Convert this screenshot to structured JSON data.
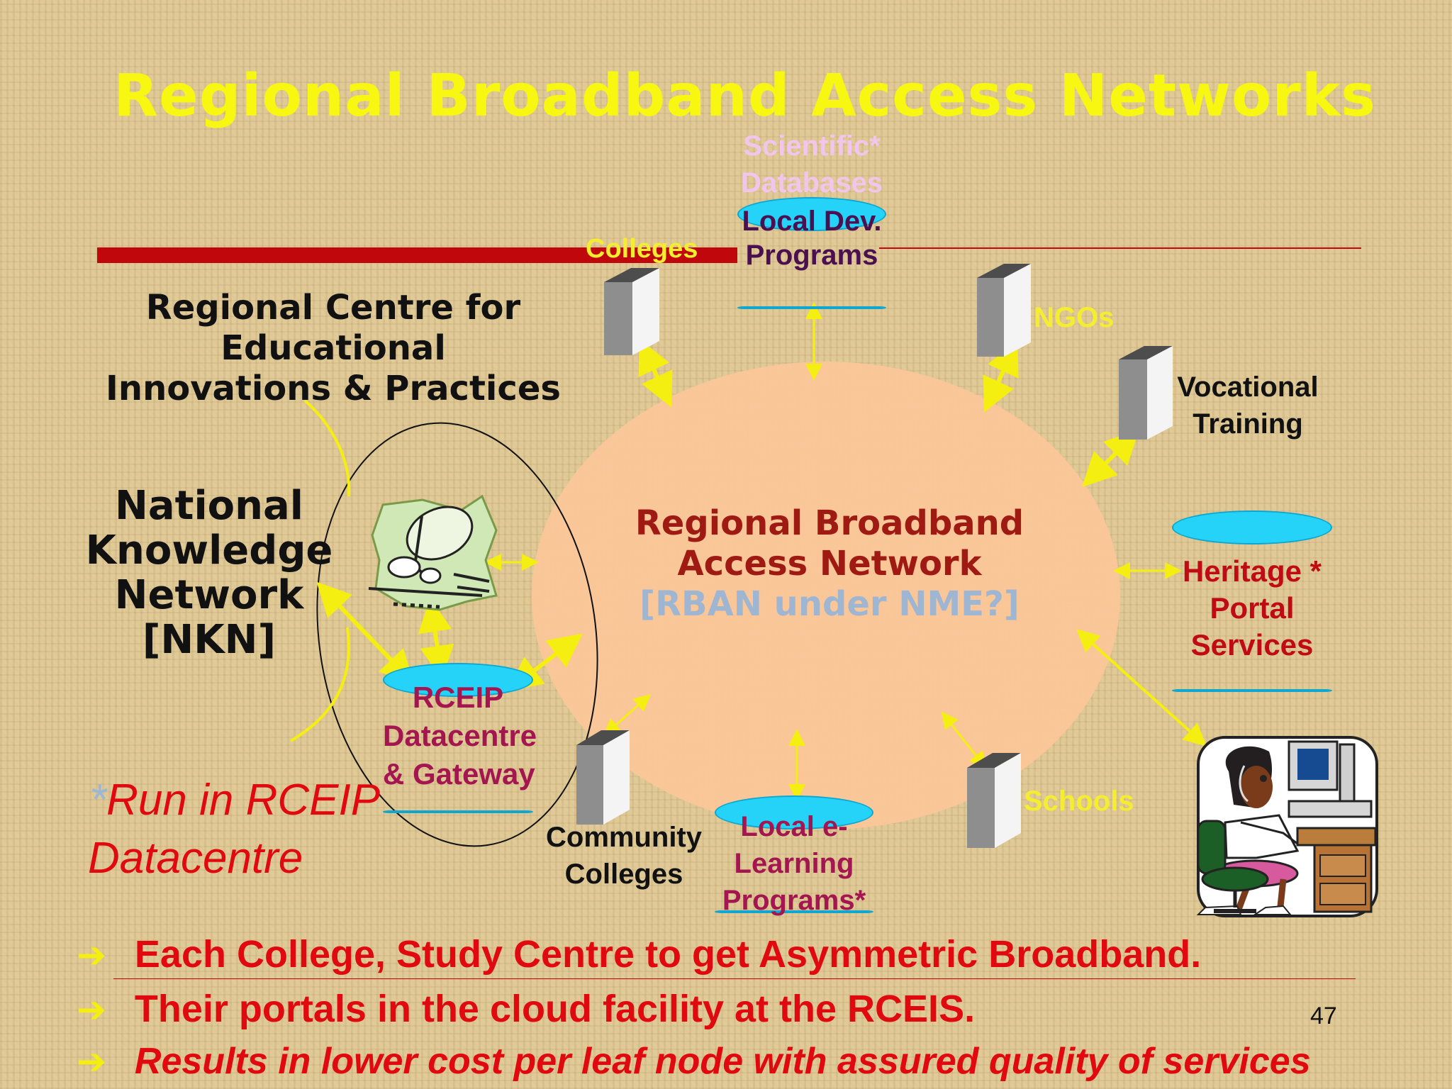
{
  "title": "Regional Broadband Access Networks",
  "left_block": {
    "rceip_heading": [
      "Regional Centre for",
      "Educational",
      "Innovations & Practices"
    ],
    "nkn_heading": [
      "National",
      "Knowledge",
      "Network",
      "[NKN]"
    ],
    "footnote_asterisk": "*",
    "footnote": [
      "Run in RCEIP",
      "Datacentre"
    ]
  },
  "center": {
    "line1": "Regional Broadband",
    "line2": "Access Network",
    "line3": "[RBAN under NME?]"
  },
  "nodes": {
    "scientific_databases": [
      "Scientific*",
      "Databases"
    ],
    "local_dev_programs": [
      "Local Dev.",
      "Programs"
    ],
    "colleges": "Colleges",
    "ngos": "NGOs",
    "vocational_training": [
      "Vocational",
      "Training"
    ],
    "heritage_portal": [
      "Heritage *",
      "Portal",
      "Services"
    ],
    "rceip_datacentre": [
      "RCEIP",
      "Datacentre",
      "& Gateway"
    ],
    "community_colleges": [
      "Community",
      "Colleges"
    ],
    "local_elearning": [
      "Local e-",
      "Learning",
      "Programs*"
    ],
    "schools": "Schools"
  },
  "bullets": [
    {
      "arrow": "➔",
      "text": "Each College, Study Centre to get Asymmetric Broadband."
    },
    {
      "arrow": "➔",
      "text": "Their portals in the cloud facility at the RCEIS."
    },
    {
      "arrow": "➔",
      "text": "Results in lower cost per leaf node with assured quality of services"
    }
  ],
  "slide_number": "47",
  "colors": {
    "title": "#f7f711",
    "accent_red": "#c0080c",
    "cylinder": "#11c4f1",
    "ellipse": "#fbc699",
    "bullet_text": "#e0090f",
    "connector": "#f5ee11"
  }
}
